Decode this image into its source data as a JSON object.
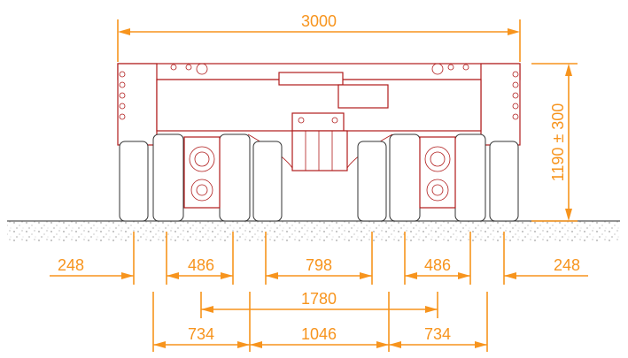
{
  "drawing": {
    "overall_width_label": "3000",
    "height_label": "1190 ± 300",
    "lower_dims": {
      "outer_left": "248",
      "outer_right": "248",
      "wheel_pair_left": "486",
      "wheel_pair_right": "486",
      "inner_gap": "798",
      "axle_centers": "1780",
      "outer_left_pair": "734",
      "center_pair": "1046",
      "outer_right_pair": "734"
    }
  },
  "colors": {
    "dimension": "#f7941d",
    "structure": "#b01c1c",
    "tyre": "#333333"
  }
}
